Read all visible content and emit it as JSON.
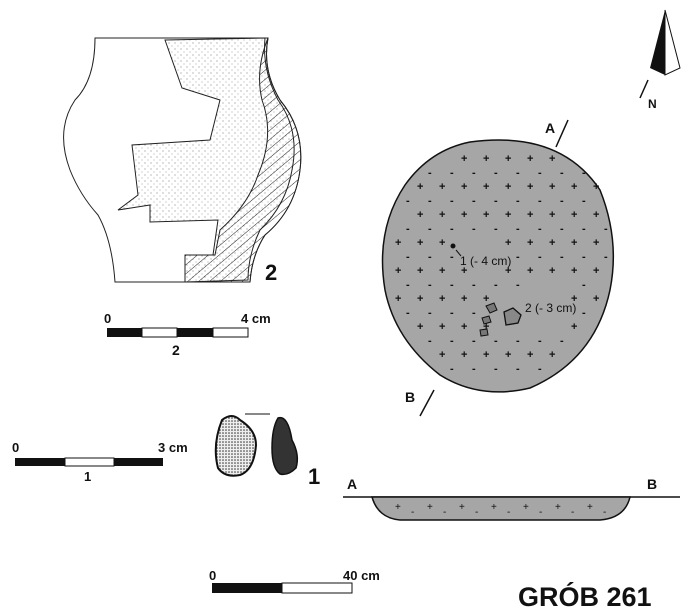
{
  "north_label": "N",
  "pot": {
    "number": "2",
    "scale": {
      "start": "0",
      "end": "4 cm",
      "caption": "2",
      "segments": 4
    }
  },
  "bead": {
    "number": "1",
    "scale": {
      "start": "0",
      "end": "3 cm",
      "caption": "1",
      "segments": 3
    }
  },
  "pit": {
    "section_a": "A",
    "section_b": "B",
    "find_1": "1 (- 4 cm)",
    "find_2": "2 (- 3 cm)",
    "fill_symbols": [
      "+",
      "-"
    ],
    "fill_color": "#a6a6a6"
  },
  "profile": {
    "label_a": "A",
    "label_b": "B"
  },
  "grave_scale": {
    "start": "0",
    "end": "40 cm",
    "segments": 2
  },
  "title": "GRÓB 261"
}
